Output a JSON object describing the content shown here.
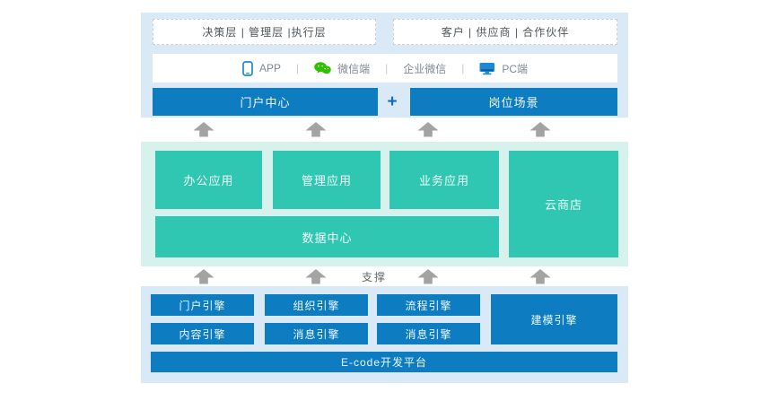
{
  "diagram_title": "platform-architecture",
  "top": {
    "user_groups_left": "决策层 | 管理层 |执行层",
    "user_groups_right": "客户 | 供应商 | 合作伙伴",
    "channel_separator": "|",
    "channels": [
      {
        "icon": "phone-icon",
        "label": "APP"
      },
      {
        "icon": "wechat-icon",
        "label": "微信端"
      },
      {
        "icon": "none",
        "label": "企业微信"
      },
      {
        "icon": "monitor-icon",
        "label": "PC端"
      }
    ],
    "portal_center": "门户中心",
    "plus_sign": "+",
    "position_scene": "岗位场景"
  },
  "middle": {
    "apps": [
      "办公应用",
      "管理应用",
      "业务应用"
    ],
    "cloud_store": "云商店",
    "data_center": "数据中心"
  },
  "support_label": "支撑",
  "bottom": {
    "engines_row1": [
      "门户引擎",
      "组织引擎",
      "流程引擎"
    ],
    "engines_row2": [
      "内容引擎",
      "消息引擎",
      "消息引擎"
    ],
    "modeling_engine": "建模引擎",
    "platform": "E-code开发平台"
  },
  "colors": {
    "box_blue": "#0d7cc1",
    "box_teal": "#2fc7b2",
    "section_light_blue": "#d9e9f6",
    "section_light_teal": "#d7f2ed",
    "wechat_green": "#2dc100",
    "icon_blue": "#1e88d2",
    "arrow_gray": "#a3a3a3"
  }
}
